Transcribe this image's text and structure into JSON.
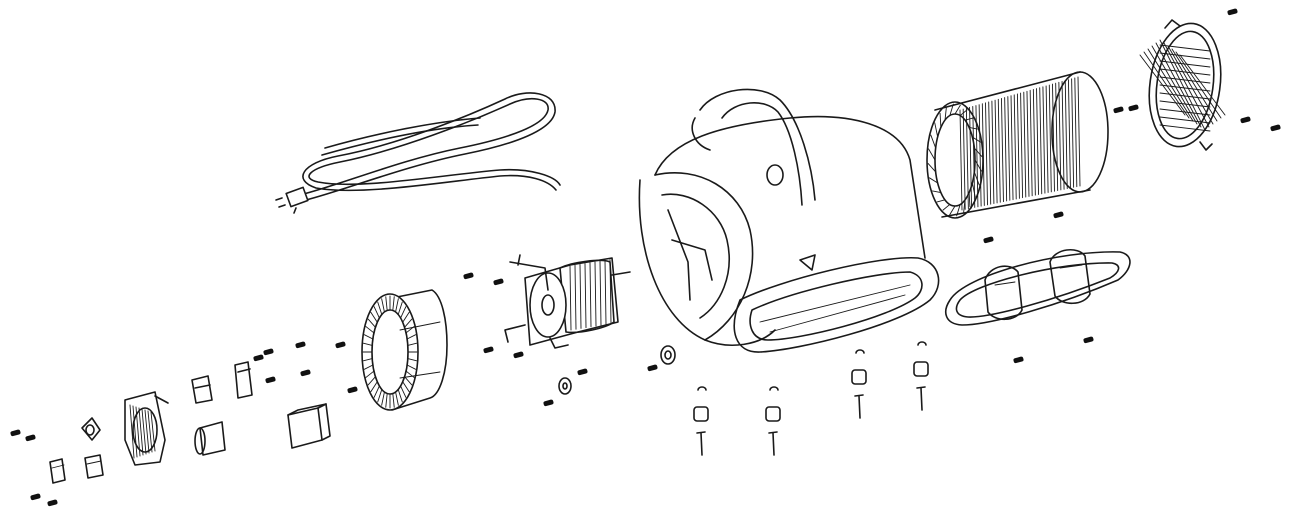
{
  "colors": {
    "line": "#1a1a1a",
    "background": "#ffffff",
    "hatch": "#d9d9d9"
  },
  "parts": [
    "power-cord",
    "motor",
    "fan-wheel",
    "outer-grille",
    "blower-housing",
    "inlet-housing",
    "base-feet",
    "front-cover",
    "switch",
    "capacitor"
  ]
}
